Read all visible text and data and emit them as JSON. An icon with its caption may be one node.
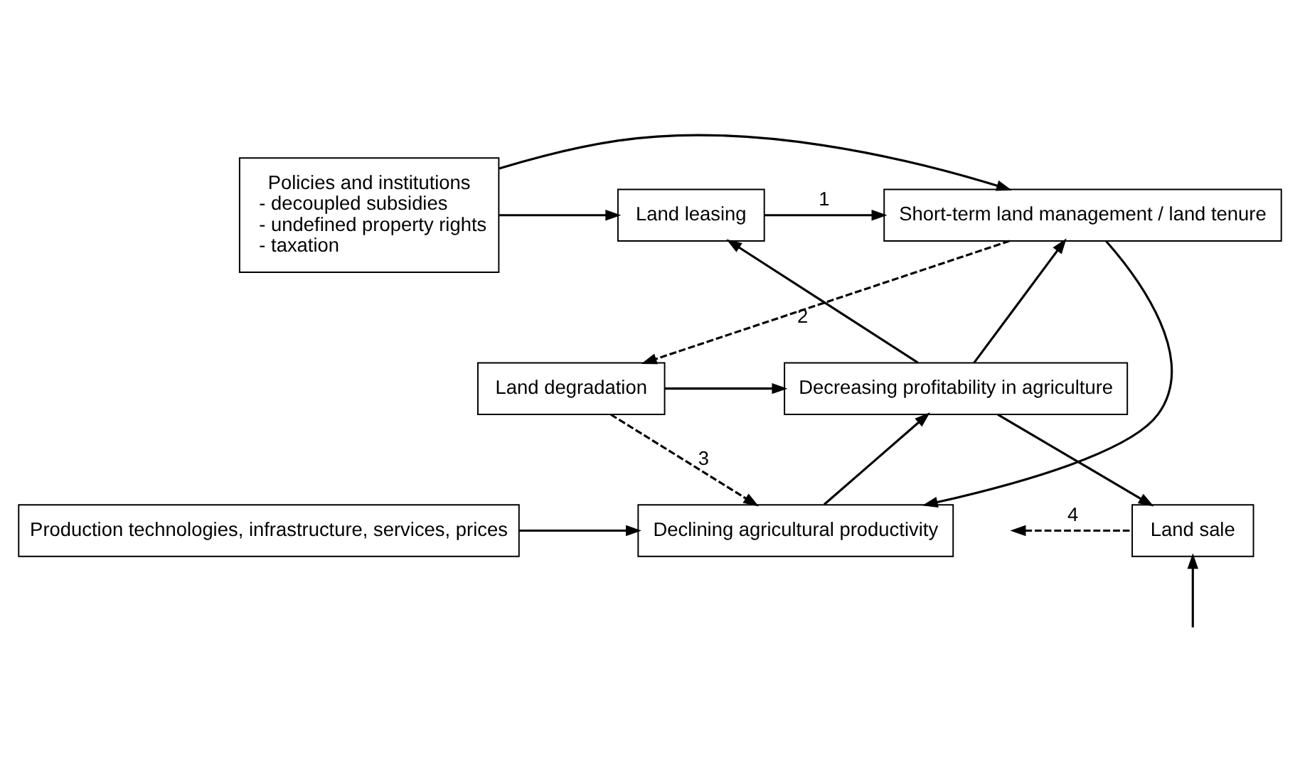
{
  "diagram": {
    "nodes": [
      {
        "text": [
          "Land leasing"
        ]
      },
      {
        "text": [
          "Short-term land management / land tenure"
        ]
      },
      {
        "text": [
          "Policies and institutions",
          "- decoupled subsidies",
          "- undefined property rights",
          "- taxation"
        ]
      },
      {
        "text": [
          "Decreasing profitability in agriculture"
        ]
      },
      {
        "text": [
          "Land degradation"
        ]
      },
      {
        "text": [
          "Land sale"
        ]
      },
      {
        "text": [
          "Declining agricultural productivity"
        ]
      },
      {
        "text": [
          "Production technologies, infrastructure, services, prices"
        ]
      }
    ],
    "edges": [
      {
        "from": 2,
        "to": 0,
        "arrow": "to"
      },
      {
        "from": 0,
        "to": 1,
        "arrow": "to",
        "label": "1"
      },
      {
        "from": 2,
        "to": 1,
        "arrow": "to"
      },
      {
        "from": 1,
        "to": 4,
        "arrow": "to",
        "label": "2",
        "style": "dashed"
      },
      {
        "from": 1,
        "to": 6,
        "arrow": "to"
      },
      {
        "from": 4,
        "to": 3,
        "arrow": "to"
      },
      {
        "from": 3,
        "to": 0,
        "arrow": "to"
      },
      {
        "from": 3,
        "to": 1,
        "arrow": "to"
      },
      {
        "from": 4,
        "to": 6,
        "arrow": "to",
        "label": "3",
        "style": "dashed"
      },
      {
        "from": 3,
        "to": 5,
        "arrow": "to"
      },
      {
        "from": 6,
        "to": 3,
        "arrow": "to"
      },
      {
        "from": 7,
        "to": 6,
        "arrow": "to"
      },
      {
        "from": 5,
        "to": null,
        "arrow": "to",
        "label": "4",
        "style": "dashed"
      },
      {
        "from": null,
        "to": 5,
        "arrow": "to"
      }
    ]
  }
}
